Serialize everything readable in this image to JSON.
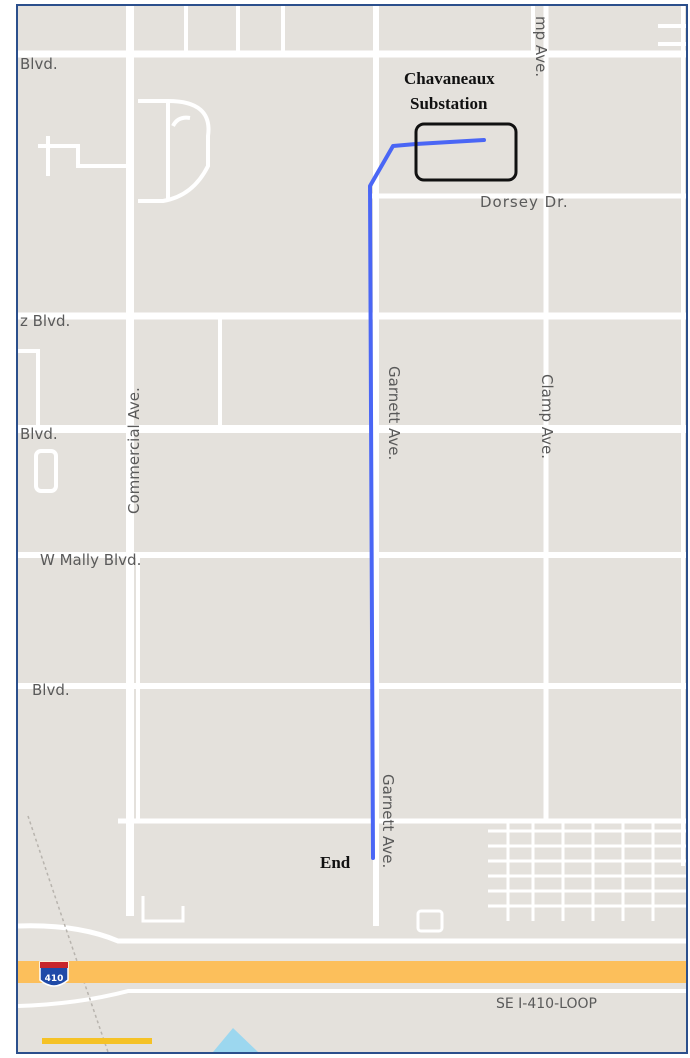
{
  "map": {
    "route_color": "#4a66f5",
    "highway_color": "#fcbf5b",
    "scale_bar_color": "#f5c226",
    "water_color": "#9cd7ef"
  },
  "street_labels": {
    "blvd_top": "Blvd.",
    "clamp_top": "mp Ave.",
    "dorsey": "Dorsey Dr.",
    "blvd_row2": "z Blvd.",
    "commercial": "Commercial Ave.",
    "garnett_north": "Garnett Ave.",
    "clamp": "Clamp Ave.",
    "blvd_row3": "Blvd.",
    "mally": "W Mally Blvd.",
    "blvd_row5": "Blvd.",
    "garnett_south": "Garnett Ave.",
    "loop": "SE I-410-LOOP"
  },
  "annotations": {
    "substation_line1": "Chavaneaux",
    "substation_line2": "Substation",
    "end": "End"
  },
  "highway": {
    "shield_number": "410"
  }
}
